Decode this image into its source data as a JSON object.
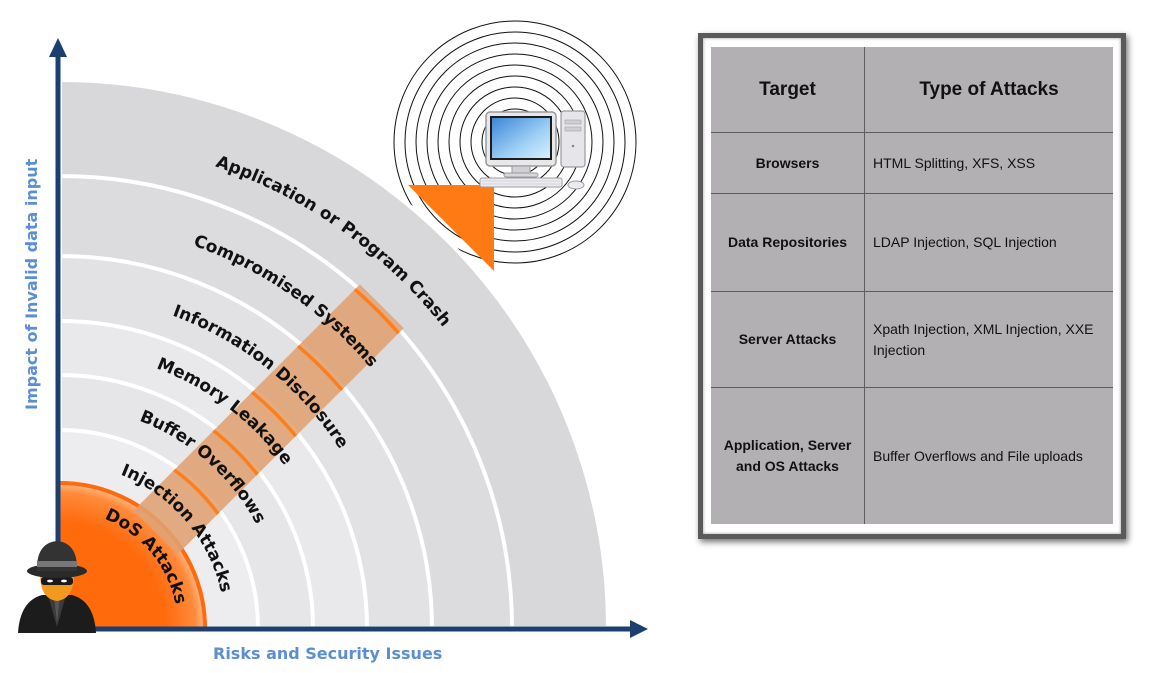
{
  "diagram": {
    "y_axis_label": "Impact of Invalid data input",
    "x_axis_label": "Risks and Security Issues",
    "arrow_direction": "toward target computer",
    "attacker_icon": "hacker-spy-icon",
    "target_icon": "desktop-computer-icon",
    "colors": {
      "axis": "#1b3f6e",
      "axis_label": "#5b8fd1",
      "core": "#ff6a0d",
      "arrow": "#ff7a12",
      "arrow_shaft": "#e0a071",
      "ring_fill": "#dcdbdd",
      "ring_separator": "#ffffff"
    },
    "rings": [
      {
        "level": 1,
        "label": "DoS Attacks"
      },
      {
        "level": 2,
        "label": "Injection Attacks"
      },
      {
        "level": 3,
        "label": "Buffer Overflows"
      },
      {
        "level": 4,
        "label": "Memory Leakage"
      },
      {
        "level": 5,
        "label": "Information Disclosure"
      },
      {
        "level": 6,
        "label": "Compromised Systems"
      },
      {
        "level": 7,
        "label": "Application or Program Crash"
      }
    ]
  },
  "table": {
    "headers": [
      "Target",
      "Type of Attacks"
    ],
    "rows": [
      {
        "target": "Browsers",
        "attacks": "HTML Splitting,  XFS, XSS"
      },
      {
        "target": "Data Repositories",
        "attacks": "LDAP Injection, SQL Injection"
      },
      {
        "target": "Server Attacks",
        "attacks": "Xpath  Injection, XML Injection, XXE Injection"
      },
      {
        "target": "Application, Server and OS Attacks",
        "attacks": "Buffer Overflows and File uploads"
      }
    ]
  }
}
